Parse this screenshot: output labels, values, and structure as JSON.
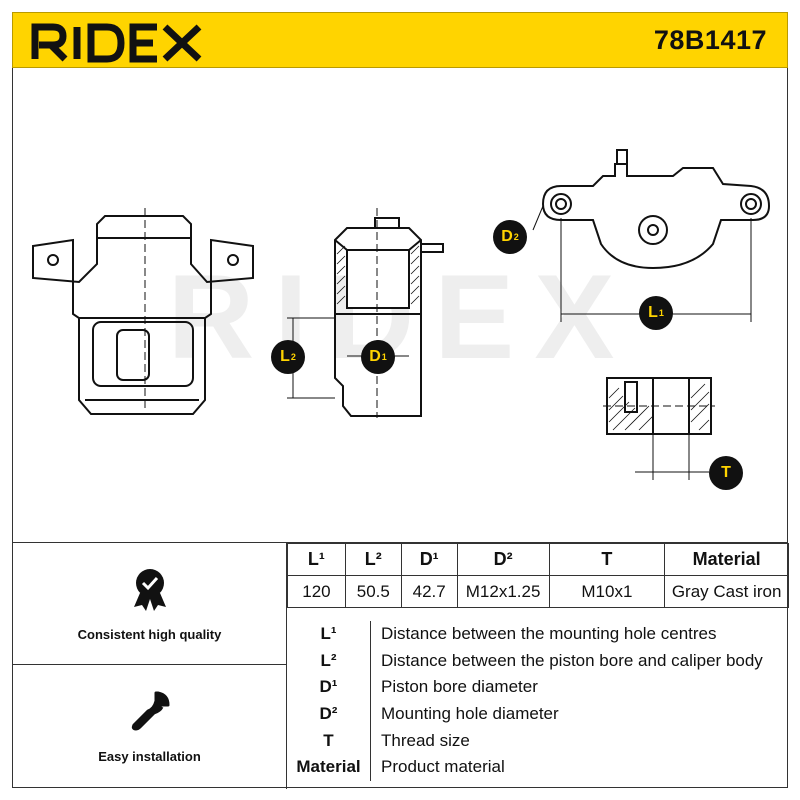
{
  "header": {
    "brand": "RIDEX",
    "part_number": "78B1417"
  },
  "drawing": {
    "labels": {
      "d2": "D",
      "l1": "L",
      "l2": "L",
      "d1": "D",
      "t": "T"
    }
  },
  "spec_table": {
    "headers": [
      "L¹",
      "L²",
      "D¹",
      "D²",
      "T",
      "Material"
    ],
    "values": [
      "120",
      "50.5",
      "42.7",
      "M12x1.25",
      "M10x1",
      "Gray Cast iron"
    ]
  },
  "legend": [
    {
      "key": "L¹",
      "desc": "Distance between the mounting hole centres"
    },
    {
      "key": "L²",
      "desc": "Distance between the piston bore and caliper body"
    },
    {
      "key": "D¹",
      "desc": "Piston bore diameter"
    },
    {
      "key": "D²",
      "desc": "Mounting hole diameter"
    },
    {
      "key": "T",
      "desc": "Thread size"
    },
    {
      "key": "Material",
      "desc": "Product material"
    }
  ],
  "features": [
    {
      "label": "Consistent high quality",
      "icon": "quality-badge-icon"
    },
    {
      "label": "Easy installation",
      "icon": "wrench-icon"
    }
  ],
  "colors": {
    "brand_yellow": "#ffd400",
    "dark": "#111111"
  }
}
